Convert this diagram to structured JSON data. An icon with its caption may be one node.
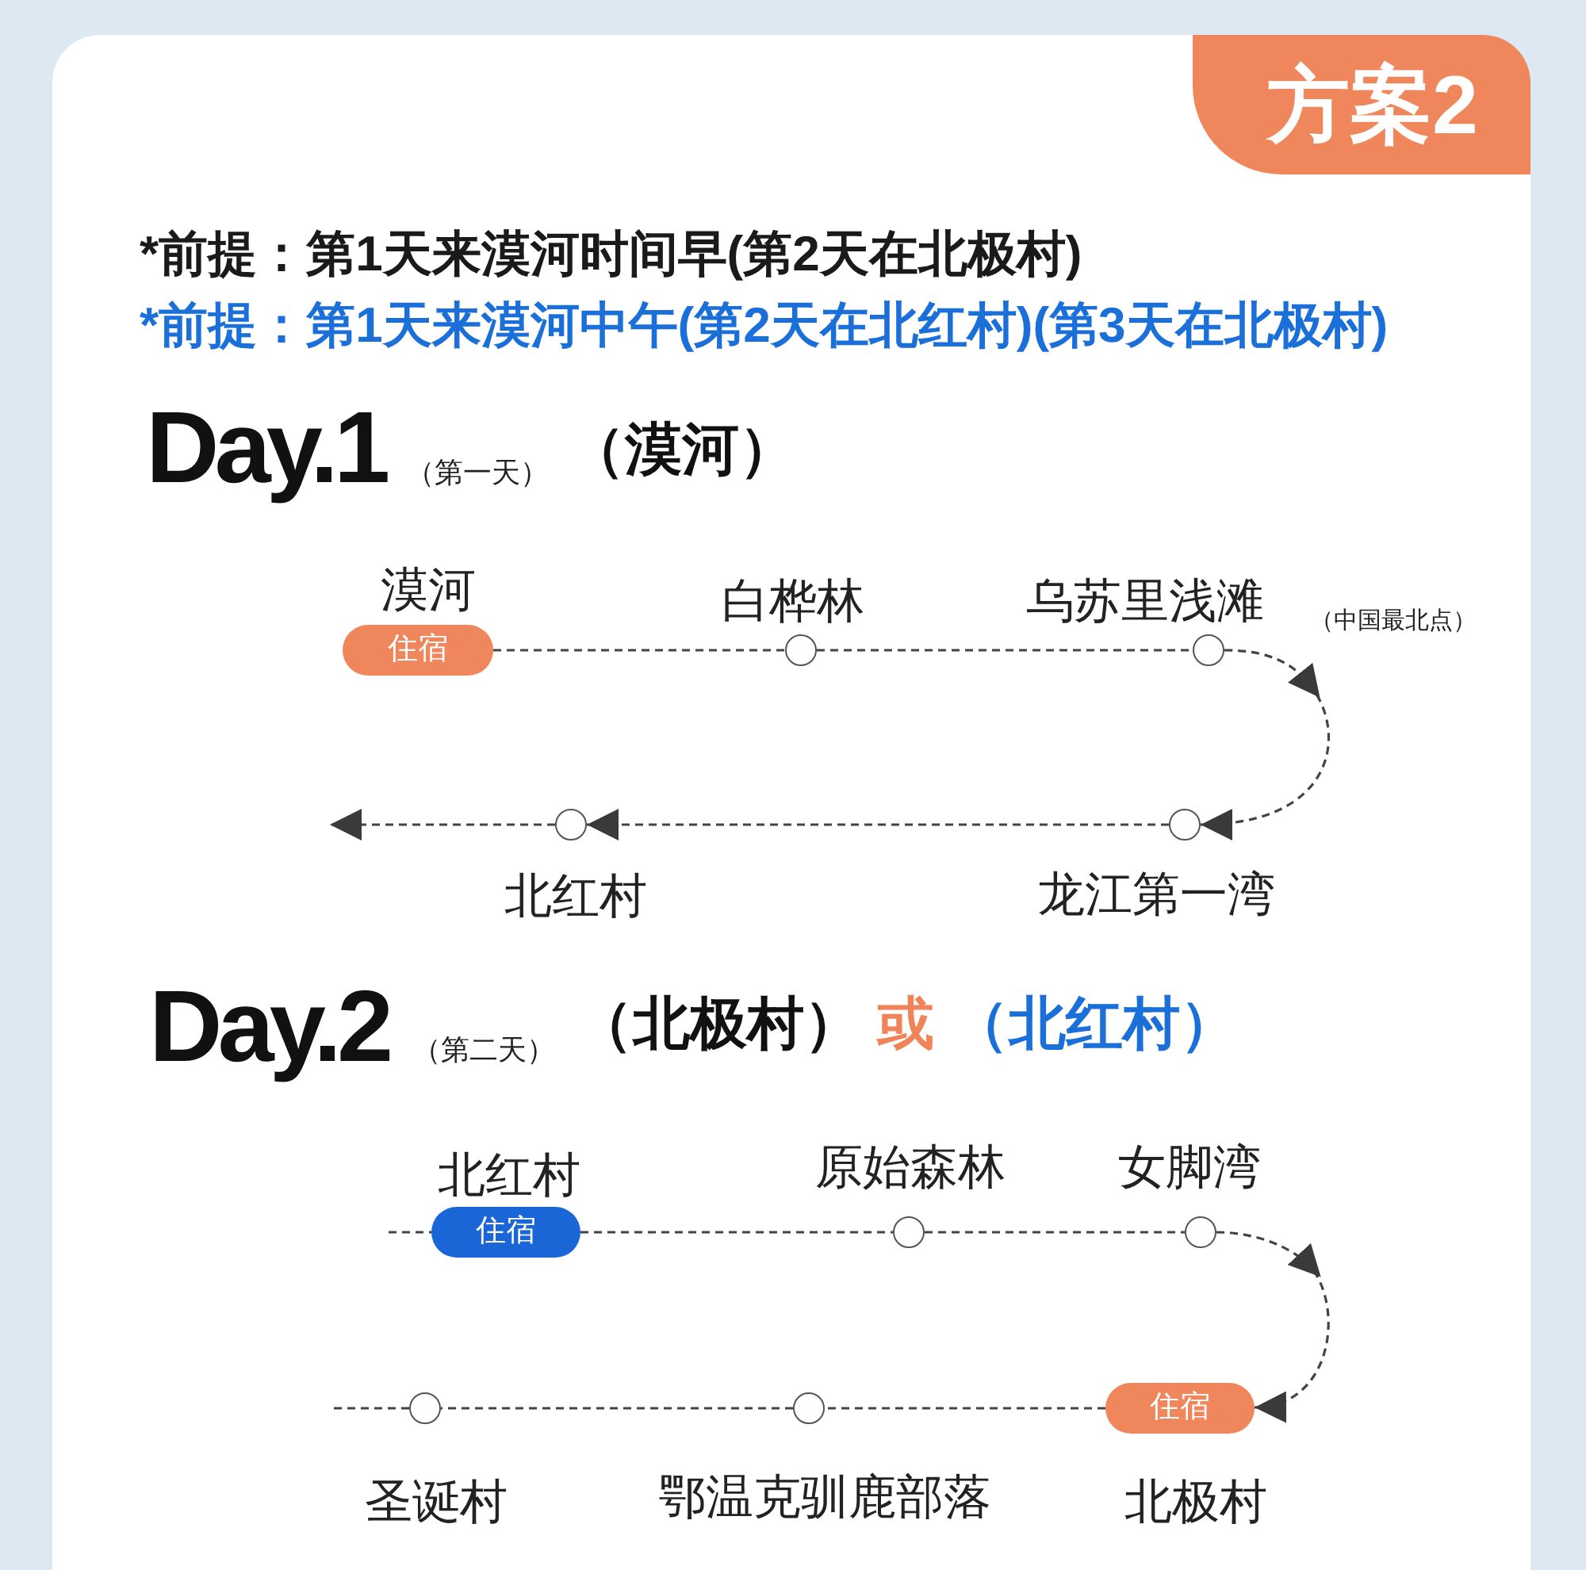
{
  "diagram": {
    "title": "方案2",
    "nodes": [
      {
        "text": [
          "住宿"
        ],
        "beside": [
          "漠河"
        ]
      },
      {
        "text": [],
        "shape": "circle",
        "beside": [
          "白桦林"
        ]
      },
      {
        "text": [],
        "shape": "circle",
        "beside": [
          "乌苏里浅滩",
          "（中国最北点）"
        ]
      },
      {
        "text": [],
        "shape": "circle",
        "beside": [
          "北红村"
        ]
      },
      {
        "text": [],
        "shape": "circle",
        "beside": [
          "龙江第一湾"
        ]
      },
      {
        "text": [
          "住宿"
        ],
        "beside": [
          "北红村"
        ]
      },
      {
        "text": [],
        "shape": "circle",
        "beside": [
          "原始森林"
        ]
      },
      {
        "text": [],
        "shape": "circle",
        "beside": [
          "女脚湾"
        ]
      },
      {
        "text": [],
        "shape": "circle",
        "beside": [
          "圣诞村"
        ]
      },
      {
        "text": [],
        "shape": "circle",
        "beside": [
          "鄂温克驯鹿部落"
        ]
      },
      {
        "text": [
          "住宿"
        ],
        "beside": [
          "北极村"
        ]
      }
    ],
    "edges": [
      {
        "from": 0,
        "to": 1,
        "arrow": "none",
        "style": "dashed"
      },
      {
        "from": 1,
        "to": 2,
        "arrow": "none",
        "style": "dashed"
      },
      {
        "from": 2,
        "to": 4,
        "arrow": "to",
        "style": "dashed"
      },
      {
        "from": 4,
        "to": 3,
        "arrow": "to",
        "style": "dashed"
      },
      {
        "from": 3,
        "to": null,
        "arrow": "to",
        "style": "dashed"
      },
      {
        "from": null,
        "to": 5,
        "arrow": "none",
        "style": "dashed"
      },
      {
        "from": 5,
        "to": 6,
        "arrow": "none",
        "style": "dashed"
      },
      {
        "from": 6,
        "to": 7,
        "arrow": "none",
        "style": "dashed"
      },
      {
        "from": 7,
        "to": 10,
        "arrow": "to",
        "style": "dashed"
      },
      {
        "from": 10,
        "to": 9,
        "arrow": "none",
        "style": "dashed"
      },
      {
        "from": 9,
        "to": 8,
        "arrow": "none",
        "style": "dashed"
      },
      {
        "from": 8,
        "to": null,
        "arrow": "none",
        "style": "dashed"
      }
    ],
    "labels": [
      "*前提：第1天来漠河时间早(第2天在北极村)",
      "*前提：第1天来漠河中午(第2天在北红村)(第3天在北极村)",
      "Day.1",
      "（第一天）",
      "（漠河）",
      "Day.2",
      "（第二天）",
      "（北极村）",
      "或",
      "（北红村）"
    ]
  }
}
